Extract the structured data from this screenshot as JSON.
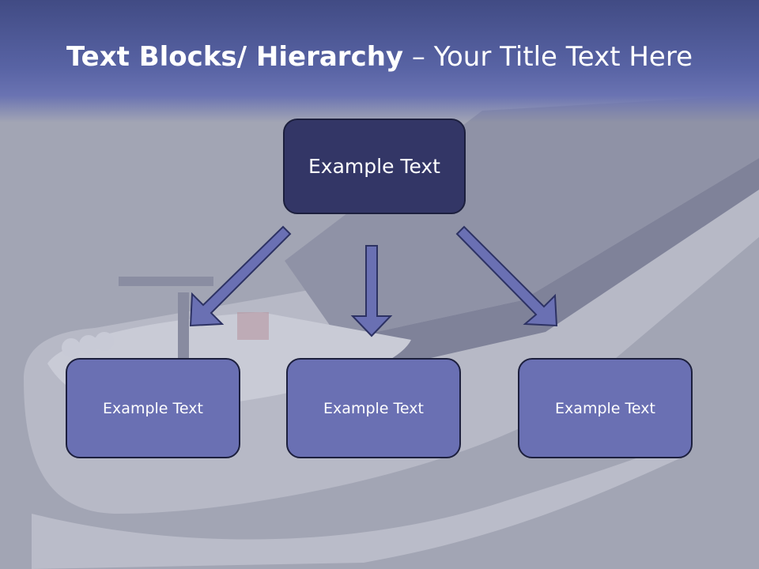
{
  "title": {
    "bold": "Text Blocks/ Hierarchy",
    "rest": " – Your Title Text Here"
  },
  "top_node": {
    "label": "Example Text"
  },
  "child_nodes": [
    {
      "label": "Example Text"
    },
    {
      "label": "Example Text"
    },
    {
      "label": "Example Text"
    }
  ],
  "colors": {
    "title_band": "#5863a4",
    "top_box": "#333666",
    "child_box": "#6a70b3",
    "arrow": "#6a70b3",
    "box_border": "#1c1f3d"
  }
}
